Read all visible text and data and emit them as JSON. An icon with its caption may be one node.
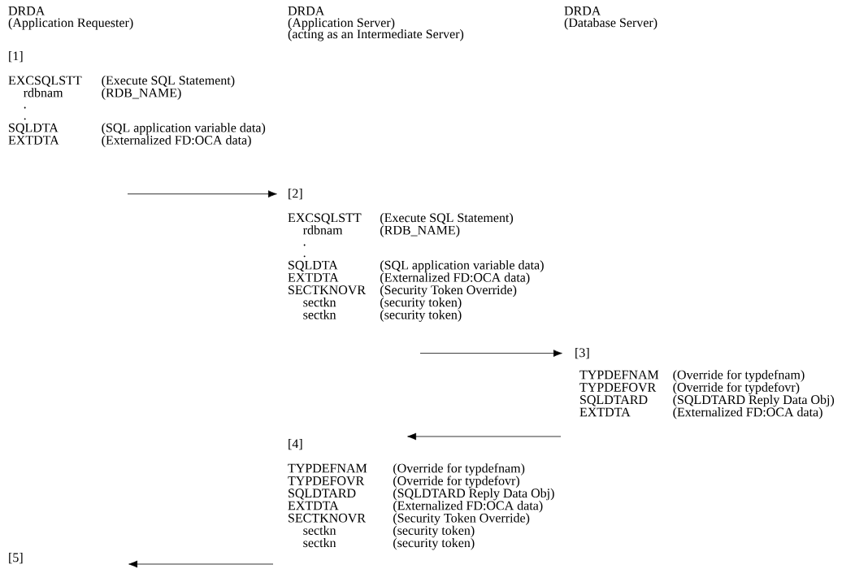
{
  "diagram": {
    "nodes": [
      {
        "text": [
          "[1]"
        ]
      },
      {
        "text": [
          "EXCSQLSTT",
          "(Execute SQL Statement)",
          "rdbnam",
          "(RDB_NAME)",
          ".",
          ".",
          "SQLDTA",
          "(SQL application variable data)",
          "EXTDTA",
          "(Externalized FD:OCA data)"
        ]
      },
      {
        "text": [
          "[2]"
        ]
      },
      {
        "text": [
          "EXCSQLSTT",
          "(Execute SQL Statement)",
          "rdbnam",
          "(RDB_NAME)",
          ".",
          ".",
          "SQLDTA",
          "(SQL application variable data)",
          "EXTDTA",
          "(Externalized FD:OCA data)",
          "SECTKNOVR",
          "(Security Token Override)",
          "sectkn",
          "(security token)",
          "sectkn",
          "(security token)"
        ]
      },
      {
        "text": [
          "[3]"
        ]
      },
      {
        "text": [
          "TYPDEFNAM",
          "(Override for typdefnam)",
          "TYPDEFOVR",
          "(Override for typdefovr)",
          "SQLDTARD",
          "(SQLDTARD Reply Data Obj)",
          "EXTDTA",
          "(Externalized FD:OCA data)"
        ]
      },
      {
        "text": [
          "[4]"
        ]
      },
      {
        "text": [
          "TYPDEFNAM",
          "(Override for typdefnam)",
          "TYPDEFOVR",
          "(Override for typdefovr)",
          "SQLDTARD",
          "(SQLDTARD Reply Data Obj)",
          "EXTDTA",
          "(Externalized FD:OCA data)",
          "SECTKNOVR",
          "(Security Token Override)",
          "sectkn",
          "(security token)",
          "sectkn",
          "(security token)"
        ]
      },
      {
        "text": [
          "[5]"
        ]
      }
    ],
    "edges": [
      {
        "from": null,
        "to": 2,
        "arrow": "to"
      },
      {
        "from": null,
        "to": 4,
        "arrow": "to"
      },
      {
        "from": 5,
        "to": null,
        "arrow": "to"
      },
      {
        "from": 7,
        "to": null,
        "arrow": "to"
      }
    ],
    "labels": [
      "DRDA",
      "(Application Requester)",
      "DRDA",
      "(Application Server)",
      "(acting as an Intermediate Server)",
      "DRDA",
      "(Database Server)"
    ]
  }
}
